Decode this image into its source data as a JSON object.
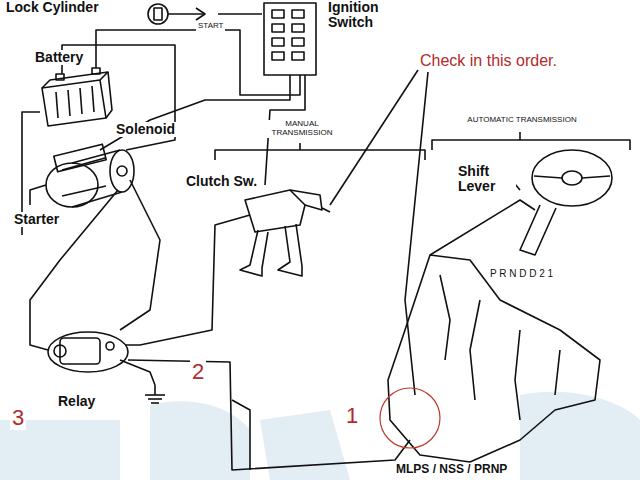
{
  "diagram": {
    "labels": [
      "Lock Cylinder",
      "START",
      "Ignition Switch",
      "Battery",
      "Check in this order.",
      "Solenoid",
      "MANUAL TRANSMISSION",
      "AUTOMATIC TRANSMISSION",
      "Clutch Sw.",
      "Shift Lever",
      "Starter",
      "P R N D D 2 1",
      "2",
      "Relay",
      "3",
      "1",
      "MLPS / NSS / PRNP"
    ]
  }
}
